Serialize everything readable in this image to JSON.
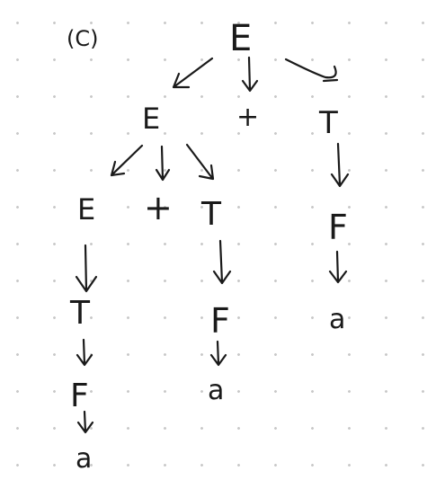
{
  "part_label": "(C)",
  "nodes": {
    "root": "E",
    "l1_left": "E",
    "l1_mid": "+",
    "l1_right": "T",
    "l2_left": "E",
    "l2_mid": "+",
    "l2_right": "T",
    "l3_left": "T",
    "l4_left": "F",
    "l5_left": "a",
    "l3_mid": "F",
    "l4_mid": "a",
    "l2_far": "F",
    "l3_far": "a"
  }
}
